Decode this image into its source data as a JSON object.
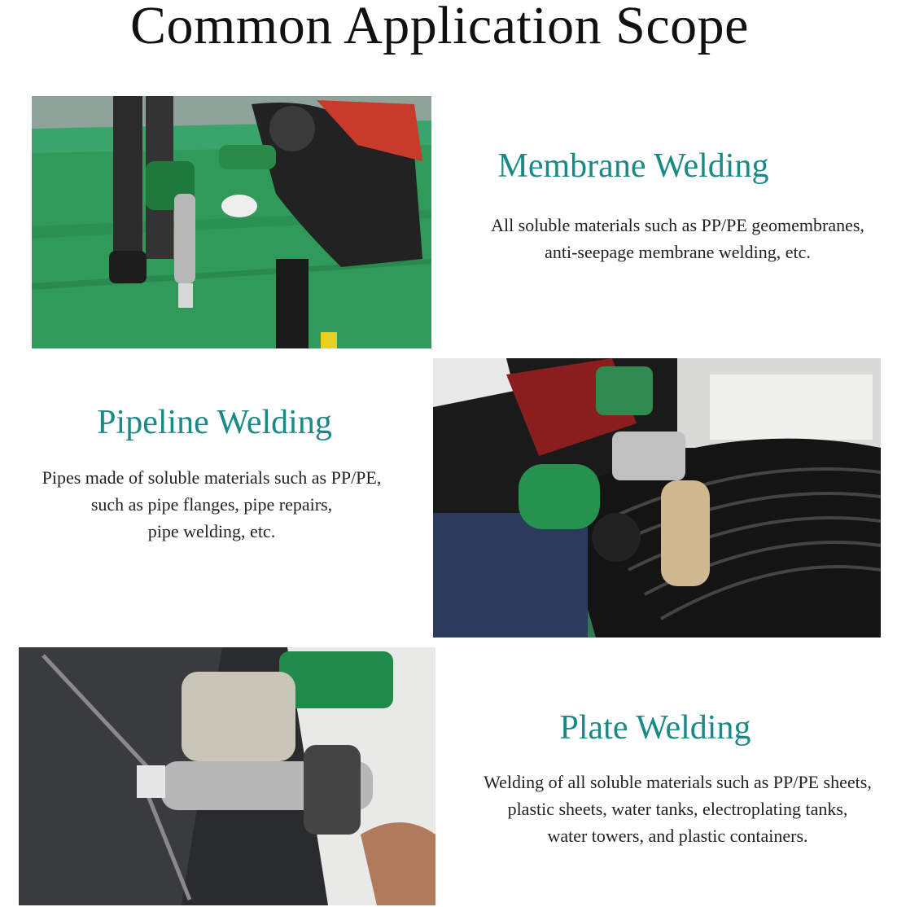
{
  "page_title": "Common Application Scope",
  "colors": {
    "accent": "#1a8a86",
    "text": "#222222",
    "title": "#111111"
  },
  "sections": [
    {
      "title": "Membrane Welding",
      "description": [
        "All soluble materials such as PP/PE geomembranes,",
        "anti-seepage membrane welding, etc."
      ],
      "photo_icon": "membrane-welding-photo"
    },
    {
      "title": "Pipeline Welding",
      "description": [
        "Pipes made of soluble materials such as PP/PE,",
        "such as pipe flanges, pipe repairs,",
        "pipe welding, etc."
      ],
      "photo_icon": "pipeline-welding-photo"
    },
    {
      "title": "Plate Welding",
      "description": [
        "Welding of all soluble materials such as PP/PE sheets,",
        "plastic sheets, water tanks, electroplating tanks,",
        "water towers, and plastic containers."
      ],
      "photo_icon": "plate-welding-photo"
    }
  ]
}
